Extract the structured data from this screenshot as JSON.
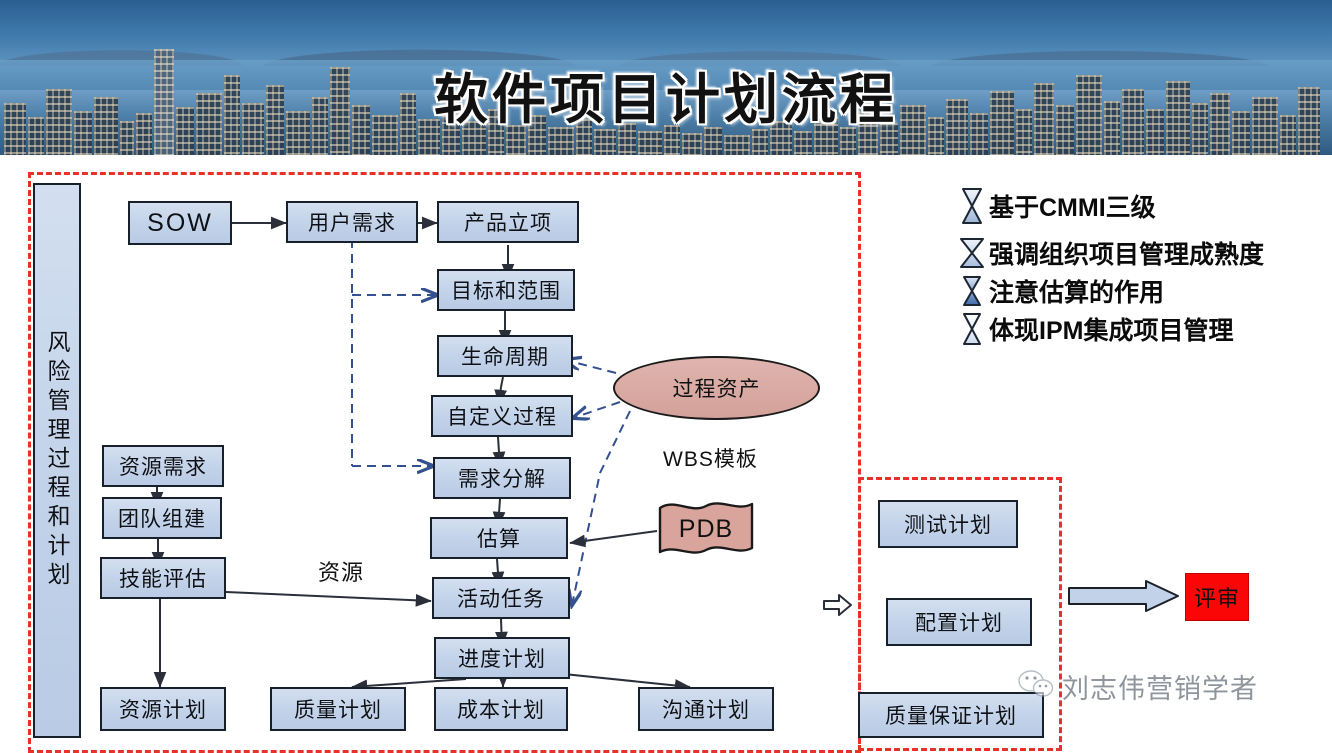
{
  "banner": {
    "title": "软件项目计划流程"
  },
  "legend": {
    "items": [
      {
        "icon": "hourglass-icon",
        "label": "基于CMMI三级"
      },
      {
        "icon": "hourglass-icon",
        "label": "强调组织项目管理成熟度"
      },
      {
        "icon": "hourglass-icon",
        "label": "注意估算的作用"
      },
      {
        "icon": "hourglass-icon",
        "label": "体现IPM集成项目管理"
      }
    ]
  },
  "diagram": {
    "risk_bar": "风险管理过程和计划",
    "nodes": {
      "sow": "SOW",
      "user_requirement": "用户需求",
      "product_initiation": "产品立项",
      "goal_and_scope": "目标和范围",
      "life_cycle": "生命周期",
      "custom_process": "自定义过程",
      "requirement_decomposition": "需求分解",
      "estimation": "估算",
      "activity_task": "活动任务",
      "schedule_plan": "进度计划",
      "resource_requirement": "资源需求",
      "team_building": "团队组建",
      "skill_assessment": "技能评估",
      "resource_plan": "资源计划",
      "quality_plan": "质量计划",
      "cost_plan": "成本计划",
      "communication_plan": "沟通计划",
      "test_plan": "测试计划",
      "configuration_plan": "配置计划",
      "quality_assurance_plan": "质量保证计划",
      "review": "评审",
      "process_asset": "过程资产",
      "pdb": "PDB"
    },
    "labels": {
      "wbs_template": "WBS模板",
      "resource_edge": "资源"
    }
  },
  "watermark": {
    "text": "刘志伟营销学者",
    "icon": "wechat-icon"
  },
  "colors": {
    "node_fill": "#c2d2e9",
    "node_border": "#18202b",
    "region_dash": "#e8312a",
    "asset_fill": "#d3a199",
    "review_fill": "#fb0606",
    "dashed_edge": "#33508f"
  }
}
